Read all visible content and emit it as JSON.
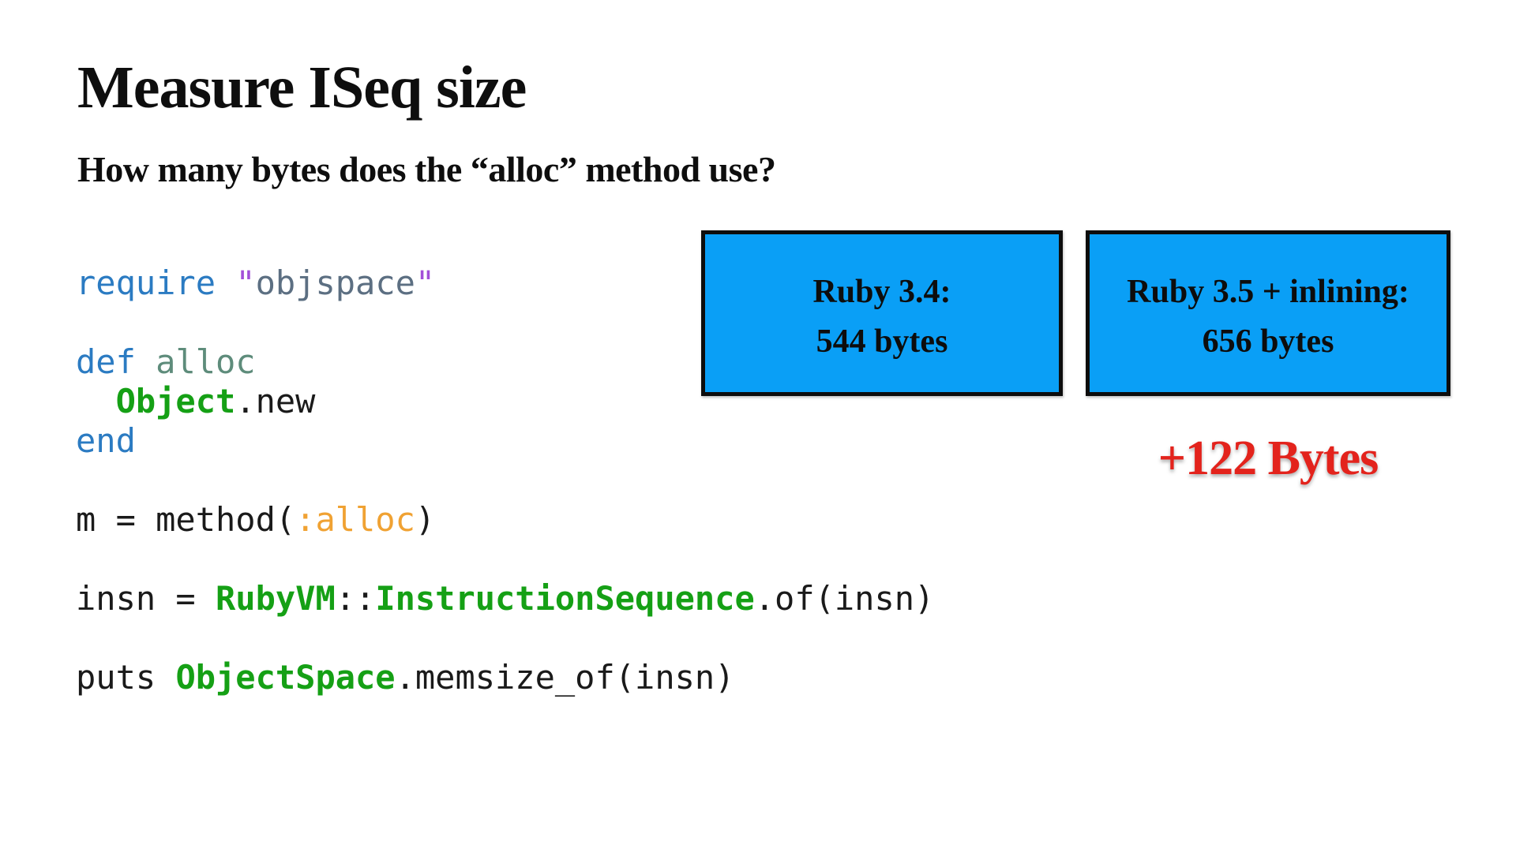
{
  "slide": {
    "title": "Measure ISeq size",
    "subtitle": "How many bytes does the “alloc” method use?"
  },
  "code": {
    "language": "ruby",
    "lines": [
      [
        {
          "t": "require",
          "c": "kw"
        },
        {
          "t": " ",
          "c": "pl"
        },
        {
          "t": "\"",
          "c": "q"
        },
        {
          "t": "objspace",
          "c": "str"
        },
        {
          "t": "\"",
          "c": "q"
        }
      ],
      [],
      [
        {
          "t": "def",
          "c": "kw"
        },
        {
          "t": " ",
          "c": "pl"
        },
        {
          "t": "alloc",
          "c": "mdef"
        }
      ],
      [
        {
          "t": "  ",
          "c": "pl"
        },
        {
          "t": "Object",
          "c": "const"
        },
        {
          "t": ".new",
          "c": "pl"
        }
      ],
      [
        {
          "t": "end",
          "c": "kw"
        }
      ],
      [],
      [
        {
          "t": "m = method(",
          "c": "pl"
        },
        {
          "t": ":alloc",
          "c": "sym"
        },
        {
          "t": ")",
          "c": "pl"
        }
      ],
      [],
      [
        {
          "t": "insn = ",
          "c": "pl"
        },
        {
          "t": "RubyVM",
          "c": "const"
        },
        {
          "t": "::",
          "c": "pl"
        },
        {
          "t": "InstructionSequence",
          "c": "const"
        },
        {
          "t": ".of(insn)",
          "c": "pl"
        }
      ],
      [],
      [
        {
          "t": "puts ",
          "c": "pl"
        },
        {
          "t": "ObjectSpace",
          "c": "const"
        },
        {
          "t": ".memsize_of(insn)",
          "c": "pl"
        }
      ]
    ]
  },
  "boxes": [
    {
      "line1": "Ruby 3.4:",
      "line2": "544 bytes"
    },
    {
      "line1": "Ruby 3.5 + inlining:",
      "line2": "656 bytes"
    }
  ],
  "delta_label": "+122 Bytes",
  "colors": {
    "bg": "#ffffff",
    "ink": "#0e0e0e",
    "box-fill": "#0a9ff6",
    "box-border": "#0d0d0d",
    "delta-red": "#e3231c",
    "code-plain": "#1a1a1a",
    "code-keyword": "#2b7bc2",
    "code-methoddef": "#5e8c7b",
    "code-quote": "#a24fd8",
    "code-string": "#5c6f82",
    "code-constant": "#15a015",
    "code-symbol": "#f0a233"
  }
}
